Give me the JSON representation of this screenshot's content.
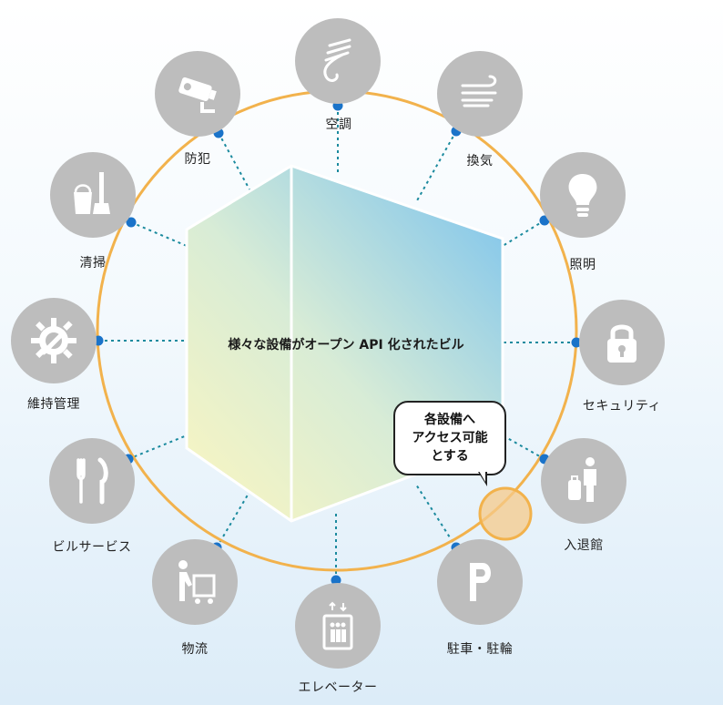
{
  "center_label": "様々な設備がオープン API 化されたビル",
  "callout_lines": [
    "各設備へ",
    "アクセス可能",
    "とする"
  ],
  "services": [
    {
      "key": "aircon",
      "label": "空調",
      "icon": "wind-icon"
    },
    {
      "key": "ventilation",
      "label": "換気",
      "icon": "airflow-icon"
    },
    {
      "key": "lighting",
      "label": "照明",
      "icon": "light-bulb-icon"
    },
    {
      "key": "security",
      "label": "セキュリティ",
      "icon": "lock-icon"
    },
    {
      "key": "entry",
      "label": "入退館",
      "icon": "person-luggage-icon"
    },
    {
      "key": "parking",
      "label": "駐車・駐輪",
      "icon": "parking-icon"
    },
    {
      "key": "elevator",
      "label": "エレベーター",
      "icon": "elevator-icon"
    },
    {
      "key": "logistics",
      "label": "物流",
      "icon": "cart-icon"
    },
    {
      "key": "building-service",
      "label": "ビルサービス",
      "icon": "fork-knife-icon"
    },
    {
      "key": "maintenance",
      "label": "維持管理",
      "icon": "gear-wrench-icon"
    },
    {
      "key": "cleaning",
      "label": "清掃",
      "icon": "bucket-broom-icon"
    },
    {
      "key": "crime-prevention",
      "label": "防犯",
      "icon": "camera-icon"
    }
  ],
  "colors": {
    "ring": "#f2b24c",
    "node": "#1a73c9",
    "dash": "#1b8a9e",
    "icon_bg": "#bdbdbd",
    "highlight": "#f5c98a"
  }
}
